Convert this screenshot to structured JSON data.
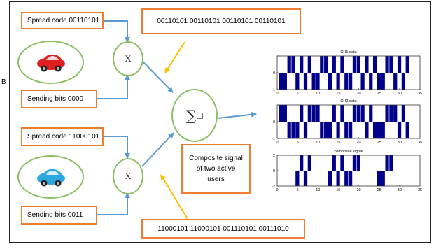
{
  "edge_glyph": "B",
  "boxes": {
    "spread_code_1": "Spread code 00110101",
    "sequence_1": "00110101 00110101 00110101 00110101",
    "sending_bits_1": "Sending bits 0000",
    "spread_code_2": "Spread code 11000101",
    "sending_bits_2": "Sending bits 0011",
    "sequence_2": "11000101 11000101 001110101 00111010",
    "composite_note": "Composite signal of two active users"
  },
  "nodes": {
    "multiplier_1": "X",
    "multiplier_2": "X",
    "summer": "∑"
  },
  "colors": {
    "box_border": "#ED7D31",
    "circle_border": "#8CBF62",
    "blue_arrow": "#5B9BD5",
    "yellow_arrow": "#FFC000",
    "bar": "#00008B",
    "car_red": "#E02020",
    "car_blue": "#2AA8E0"
  },
  "icons": [
    "red-car-icon",
    "blue-car-icon"
  ],
  "chart_data": [
    {
      "type": "bar",
      "title": "CH1 data",
      "xlim": [
        0,
        35
      ],
      "ylim": [
        -1,
        1
      ],
      "x_ticks": [
        0,
        5,
        10,
        15,
        20,
        25,
        30,
        35
      ],
      "y_ticks": [
        1,
        0,
        -1
      ],
      "values": [
        -1,
        -1,
        1,
        1,
        -1,
        1,
        -1,
        1,
        -1,
        -1,
        1,
        1,
        -1,
        1,
        -1,
        1,
        -1,
        -1,
        1,
        1,
        -1,
        1,
        -1,
        1,
        -1,
        -1,
        1,
        1,
        -1,
        1,
        -1,
        1
      ]
    },
    {
      "type": "bar",
      "title": "CH2 data",
      "xlim": [
        0,
        35
      ],
      "ylim": [
        -1,
        1
      ],
      "x_ticks": [
        0,
        5,
        10,
        15,
        20,
        25,
        30,
        35
      ],
      "y_ticks": [
        1,
        0,
        -1
      ],
      "values": [
        1,
        1,
        -1,
        -1,
        -1,
        1,
        -1,
        1,
        1,
        1,
        -1,
        -1,
        -1,
        1,
        -1,
        1,
        -1,
        -1,
        1,
        1,
        1,
        -1,
        1,
        -1,
        -1,
        -1,
        1,
        1,
        1,
        -1,
        1,
        -1
      ]
    },
    {
      "type": "bar",
      "title": "composite signal",
      "xlim": [
        0,
        35
      ],
      "ylim": [
        -2,
        2
      ],
      "x_ticks": [
        0,
        5,
        10,
        15,
        20,
        25,
        30,
        35
      ],
      "y_ticks": [
        2,
        0,
        -2
      ],
      "values": [
        0,
        0,
        0,
        0,
        -2,
        2,
        -2,
        2,
        0,
        0,
        0,
        0,
        -2,
        2,
        -2,
        2,
        -2,
        -2,
        2,
        2,
        0,
        0,
        0,
        0,
        -2,
        -2,
        2,
        2,
        0,
        0,
        0,
        0
      ]
    }
  ]
}
